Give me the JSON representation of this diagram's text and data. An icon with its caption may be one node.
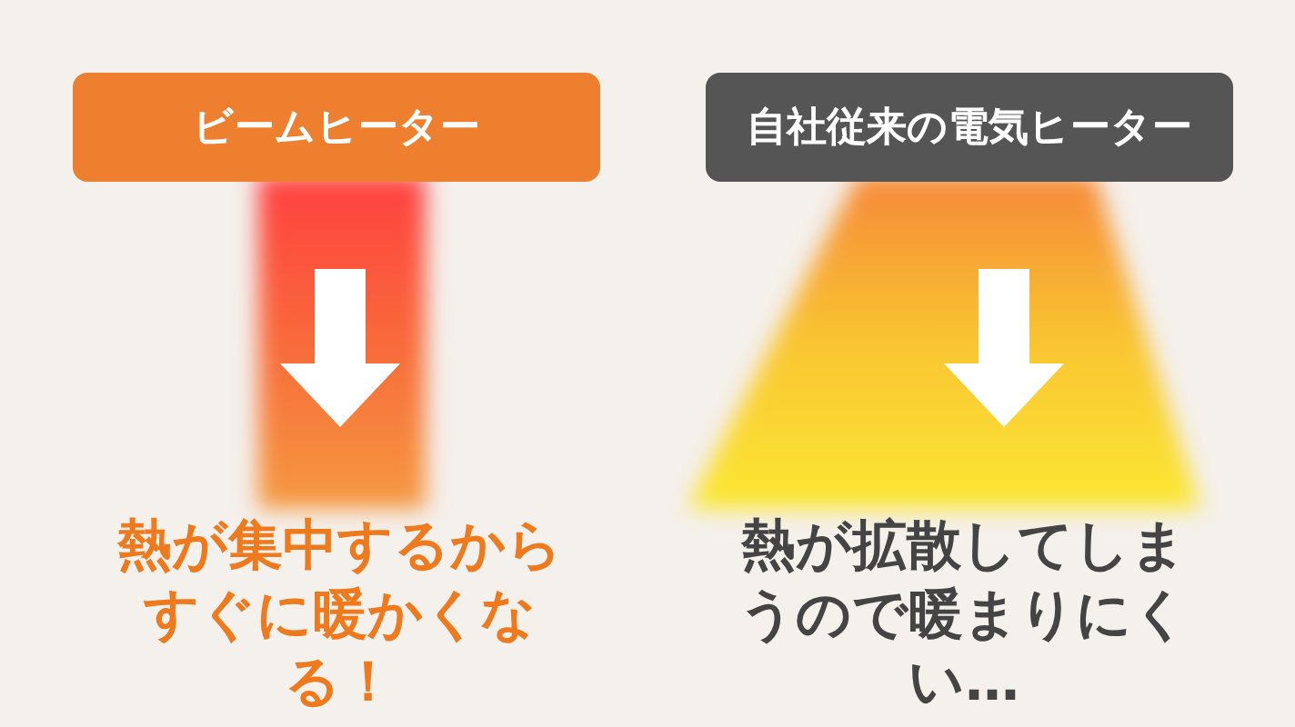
{
  "diagram": {
    "nodes": [
      {
        "text": [
          "ビームヒーター"
        ]
      },
      {
        "text": [
          "自社従来の電気ヒーター"
        ]
      }
    ],
    "labels": [
      "熱が集中するからすぐに暖かくなる！",
      "熱が拡散してしまうので暖まりにくい…"
    ]
  }
}
